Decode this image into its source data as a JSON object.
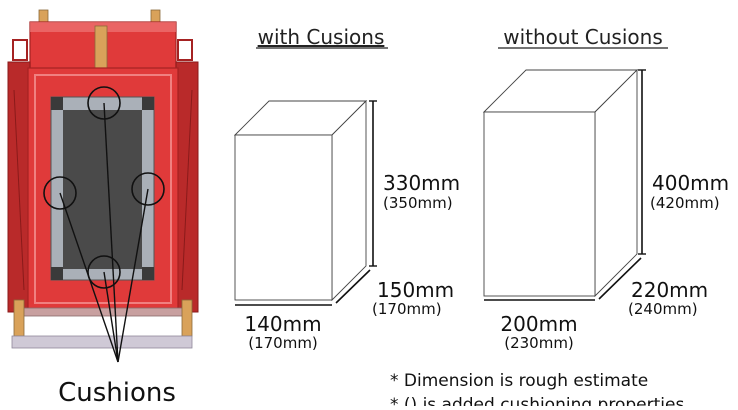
{
  "headings": {
    "with_cushions": "with Cusions",
    "without_cushions": "without Cusions"
  },
  "device_label": "Cushions",
  "box_with": {
    "height": "330mm",
    "height_cushioned": "(350mm)",
    "depth": "150mm",
    "depth_cushioned": "(170mm)",
    "width": "140mm",
    "width_cushioned": "(170mm)"
  },
  "box_without": {
    "height": "400mm",
    "height_cushioned": "(420mm)",
    "depth": "220mm",
    "depth_cushioned": "(240mm)",
    "width": "200mm",
    "width_cushioned": "(230mm)"
  },
  "notes": [
    "* Dimension is rough estimate",
    "* () is added cushioning properties"
  ],
  "colors": {
    "device_red": "#e03a3a",
    "device_red_dark": "#b92a2a",
    "device_red_light": "#f08080",
    "panel_gray": "#aab0b8",
    "screen_dark": "#4a4a4a",
    "wood": "#d9a25a",
    "rail": "#cfc9d6"
  }
}
